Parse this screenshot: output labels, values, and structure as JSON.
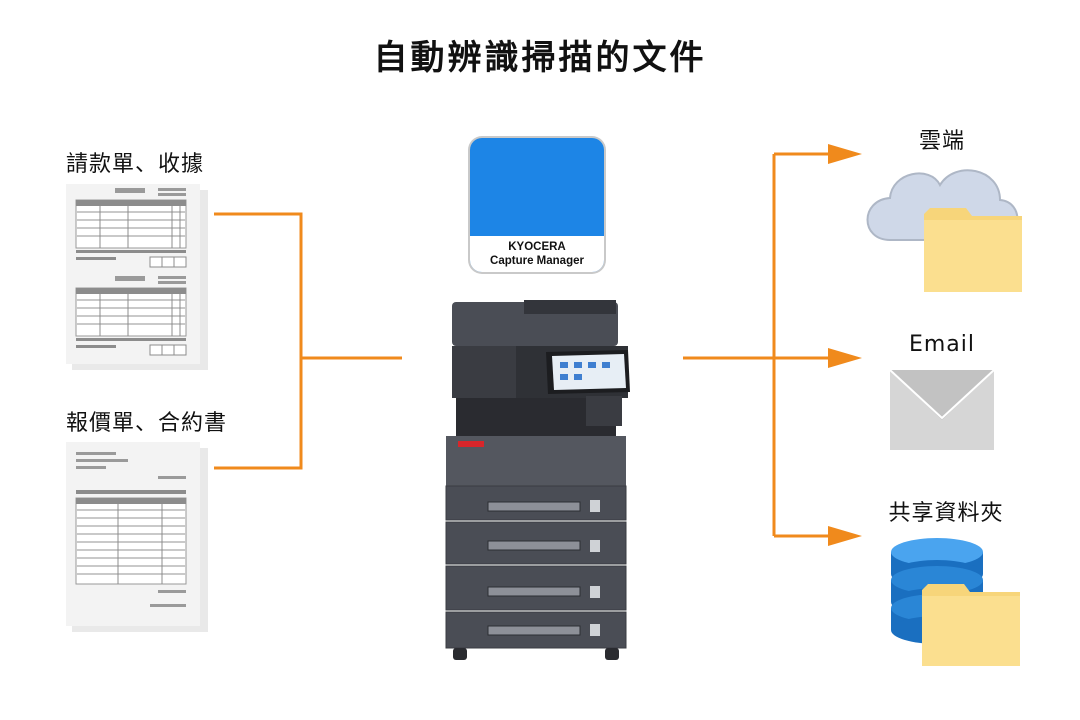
{
  "title": "自動辨識掃描的文件",
  "inputs": [
    {
      "label": "請款單、收據"
    },
    {
      "label": "報價單、合約書"
    }
  ],
  "app_badge": {
    "brand": "KYOCERA",
    "product": "Capture Manager"
  },
  "outputs": [
    {
      "label": "雲端",
      "icon": "cloud-folder-icon"
    },
    {
      "label": "Email",
      "icon": "envelope-icon"
    },
    {
      "label": "共享資料夾",
      "icon": "database-folder-icon"
    }
  ],
  "colors": {
    "arrow": "#f08a1c",
    "badge_blue": "#1d85e6",
    "folder": "#f7d57a",
    "cloud": "#cfd8e8",
    "database": "#2a86d6",
    "envelope": "#d6d6d6"
  }
}
